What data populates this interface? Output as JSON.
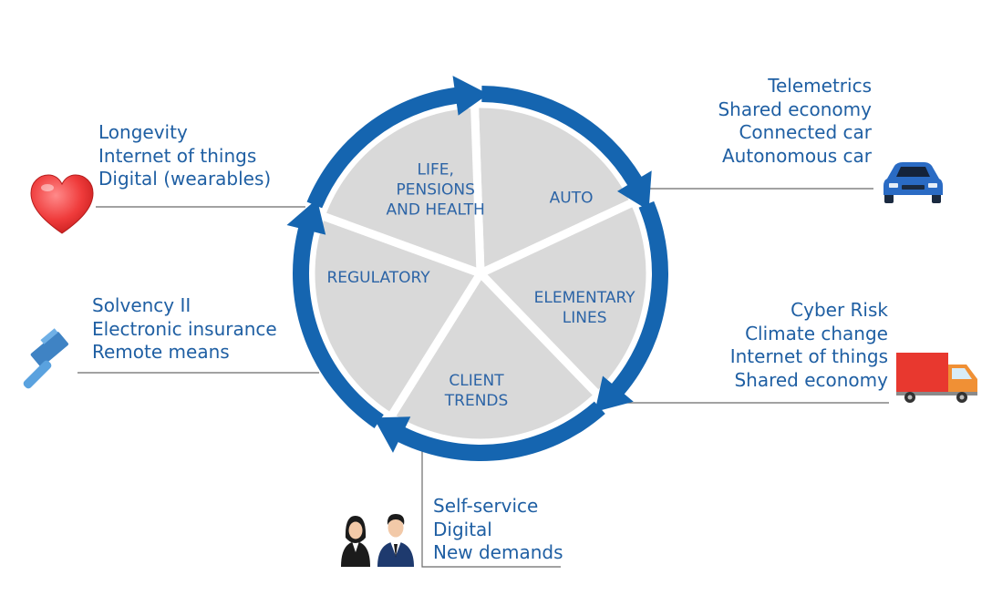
{
  "colors": {
    "ring": "#1565b0",
    "segment": "#d9d9d9",
    "text": "#1f5fa3",
    "segment_text": "#2c64a6",
    "connector": "#6b6b6b"
  },
  "segments": [
    {
      "id": "life",
      "lines": [
        "LIFE,",
        "PENSIONS",
        "AND HEALTH"
      ]
    },
    {
      "id": "auto",
      "lines": [
        "AUTO"
      ]
    },
    {
      "id": "elementary",
      "lines": [
        "ELEMENTARY",
        "LINES"
      ]
    },
    {
      "id": "client",
      "lines": [
        "CLIENT",
        "TRENDS"
      ]
    },
    {
      "id": "regulatory",
      "lines": [
        "REGULATORY"
      ]
    }
  ],
  "callouts": {
    "life": {
      "icon": "heart-icon",
      "items": [
        "Longevity",
        "Internet of things",
        "Digital (wearables)"
      ]
    },
    "auto": {
      "icon": "car-icon",
      "items": [
        "Telemetrics",
        "Shared economy",
        "Connected car",
        "Autonomous car"
      ]
    },
    "elementary": {
      "icon": "truck-icon",
      "items": [
        "Cyber Risk",
        "Climate change",
        "Internet of things",
        "Shared economy"
      ]
    },
    "regulatory": {
      "icon": "gavel-icon",
      "items": [
        "Solvency II",
        "Electronic insurance",
        "Remote means"
      ]
    },
    "client": {
      "icon": "people-icon",
      "items": [
        "Self-service",
        "Digital",
        "New demands"
      ]
    }
  }
}
